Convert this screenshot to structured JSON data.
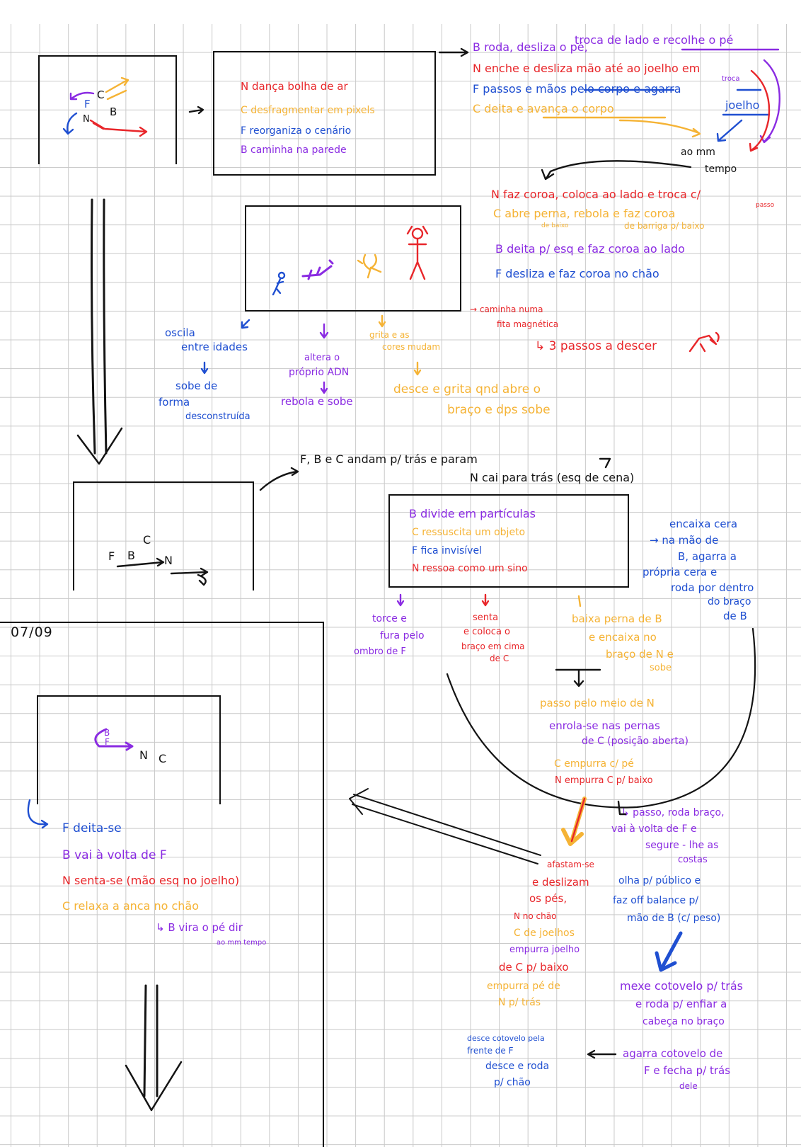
{
  "colors": {
    "N": "#e8262a",
    "C": "#f5b335",
    "F": "#1f4fd1",
    "B": "#8a2be2",
    "ink": "#141414"
  },
  "scene1": {
    "labels": {
      "F": "F",
      "C": "C",
      "B": "B",
      "N": "N"
    },
    "box_lines": [
      {
        "text": "N  dança  bolha  de ar",
        "color": "#e8262a"
      },
      {
        "text": "C  desfragmentar  em  pixels",
        "color": "#f5b335"
      },
      {
        "text": "F  reorganiza o cenário",
        "color": "#1f4fd1"
      },
      {
        "text": "B  caminha  na  parede",
        "color": "#8a2be2"
      }
    ]
  },
  "right_top": [
    {
      "text": "B roda, desliza o pé,",
      "color": "#8a2be2"
    },
    {
      "text": "troca de lado e recolhe o pé",
      "color": "#8a2be2"
    },
    {
      "text": "N enche e desliza mão até ao joelho em",
      "color": "#e8262a"
    },
    {
      "text": "troca",
      "color": "#8a2be2"
    },
    {
      "text": "F passos e mãos pelo corpo e agarra",
      "color": "#1f4fd1"
    },
    {
      "text": "joelho",
      "color": "#1f4fd1"
    },
    {
      "text": "C deita e avança o corpo",
      "color": "#f5b335"
    },
    {
      "text": "ao mm",
      "color": "#141414"
    },
    {
      "text": "tempo",
      "color": "#141414"
    }
  ],
  "coroa_lines": [
    {
      "text": "N  faz  coroa, coloca ao lado e troca c/",
      "color": "#e8262a"
    },
    {
      "text": "passo",
      "color": "#e8262a"
    },
    {
      "text": "C  abre  perna, rebola e faz  coroa",
      "color": "#f5b335"
    },
    {
      "text": "de baixo",
      "color": "#f5b335"
    },
    {
      "text": "de barriga p/ baixo",
      "color": "#f5b335"
    },
    {
      "text": "B  deita  p/ esq  e  faz  coroa  ao  lado",
      "color": "#8a2be2"
    },
    {
      "text": "F  desliza  e  faz  coroa  no  chão",
      "color": "#1f4fd1"
    }
  ],
  "under_scene2": [
    {
      "text": "oscila",
      "color": "#1f4fd1"
    },
    {
      "text": "entre idades",
      "color": "#1f4fd1"
    },
    {
      "text": "sobe  de",
      "color": "#1f4fd1"
    },
    {
      "text": "forma",
      "color": "#1f4fd1"
    },
    {
      "text": "desconstruída",
      "color": "#1f4fd1"
    },
    {
      "text": "altera o",
      "color": "#8a2be2"
    },
    {
      "text": "próprio ADN",
      "color": "#8a2be2"
    },
    {
      "text": "rebola  e  sobe",
      "color": "#8a2be2"
    },
    {
      "text": "grita  e  as",
      "color": "#f5b335"
    },
    {
      "text": "cores  mudam",
      "color": "#f5b335"
    },
    {
      "text": "desce  e  grita  qnd  abre  o",
      "color": "#f5b335"
    },
    {
      "text": "braço  e  dps  sobe",
      "color": "#f5b335"
    },
    {
      "text": "→ caminha  numa",
      "color": "#e8262a"
    },
    {
      "text": "fita  magnética",
      "color": "#e8262a"
    },
    {
      "text": "↳ 3  passos  a  descer",
      "color": "#e8262a"
    }
  ],
  "scene3": {
    "labels": {
      "F": "F",
      "B": "B",
      "C": "C",
      "N": "N"
    },
    "head_lines": [
      {
        "text": "F, B e C  andam  p/  trás   e   param",
        "color": "#141414"
      },
      {
        "text": "N  cai  para  trás  (esq de cena)",
        "color": "#141414"
      }
    ],
    "box_lines": [
      {
        "text": "B  divide  em  partículas",
        "color": "#8a2be2"
      },
      {
        "text": "C  ressuscita  um  objeto",
        "color": "#f5b335"
      },
      {
        "text": "F  fica  invisível",
        "color": "#1f4fd1"
      },
      {
        "text": "N  ressoa  como  um  sino",
        "color": "#e8262a"
      }
    ],
    "right_lines": [
      {
        "text": "encaixa  cera",
        "color": "#1f4fd1"
      },
      {
        "text": "→ na  mão  de",
        "color": "#1f4fd1"
      },
      {
        "text": "B, agarra  a",
        "color": "#1f4fd1"
      },
      {
        "text": "própria  cera  e",
        "color": "#1f4fd1"
      },
      {
        "text": "roda  por dentro",
        "color": "#1f4fd1"
      },
      {
        "text": "do  braço",
        "color": "#1f4fd1"
      },
      {
        "text": "de  B",
        "color": "#1f4fd1"
      }
    ]
  },
  "under_scene3": [
    {
      "text": "torce  e",
      "color": "#8a2be2"
    },
    {
      "text": "fura  pelo",
      "color": "#8a2be2"
    },
    {
      "text": "ombro  de  F",
      "color": "#8a2be2"
    },
    {
      "text": "senta",
      "color": "#e8262a"
    },
    {
      "text": "e  coloca  o",
      "color": "#e8262a"
    },
    {
      "text": "braço  em  cima",
      "color": "#e8262a"
    },
    {
      "text": "de  C",
      "color": "#e8262a"
    },
    {
      "text": "baixa  perna  de  B",
      "color": "#f5b335"
    },
    {
      "text": "e  encaixa  no",
      "color": "#f5b335"
    },
    {
      "text": "braço  de  N  e",
      "color": "#f5b335"
    },
    {
      "text": "sobe",
      "color": "#f5b335"
    }
  ],
  "bowl_lines": [
    {
      "text": "passo  pelo  meio  de  N",
      "color": "#f5b335"
    },
    {
      "text": "enrola-se  nas  pernas",
      "color": "#8a2be2"
    },
    {
      "text": "de  C  (posição  aberta)",
      "color": "#8a2be2"
    },
    {
      "text": "C  empurra  c/  pé",
      "color": "#f5b335"
    },
    {
      "text": "N  empurra  C  p/  baixo",
      "color": "#e8262a"
    }
  ],
  "date": "07/09",
  "scene4": {
    "labels": {
      "B": "B",
      "F": "F",
      "N": "N",
      "C": "C"
    },
    "lines": [
      {
        "text": "F  deita-se",
        "color": "#1f4fd1"
      },
      {
        "text": "B  vai  à  volta  de  F",
        "color": "#8a2be2"
      },
      {
        "text": "N  senta-se (mão esq no joelho)",
        "color": "#e8262a"
      },
      {
        "text": "C  relaxa  a  anca  no  chão",
        "color": "#f5b335"
      },
      {
        "text": "↳ B vira  o pé  dir",
        "color": "#8a2be2"
      },
      {
        "text": "ao  mm  tempo",
        "color": "#8a2be2"
      }
    ]
  },
  "bottom_middle": [
    {
      "text": "afastam-se",
      "color": "#e8262a"
    },
    {
      "text": "e  deslizam",
      "color": "#e8262a"
    },
    {
      "text": "os  pés,",
      "color": "#e8262a"
    },
    {
      "text": "N  no  chão",
      "color": "#e8262a"
    },
    {
      "text": "C  de  joelhos",
      "color": "#f5b335"
    },
    {
      "text": "empurra  joelho",
      "color": "#8a2be2"
    },
    {
      "text": "de  C  p/  baixo",
      "color": "#e8262a"
    },
    {
      "text": "empurra  pé  de",
      "color": "#f5b335"
    },
    {
      "text": "N  p/  trás",
      "color": "#f5b335"
    },
    {
      "text": "desce  cotovelo  pela",
      "color": "#1f4fd1"
    },
    {
      "text": "frente  de  F",
      "color": "#1f4fd1"
    },
    {
      "text": "desce  e  roda",
      "color": "#1f4fd1"
    },
    {
      "text": "p/  chão",
      "color": "#1f4fd1"
    }
  ],
  "bottom_right": [
    {
      "text": "↳ passo, roda  braço,",
      "color": "#8a2be2"
    },
    {
      "text": "vai  à  volta  de  F  e",
      "color": "#8a2be2"
    },
    {
      "text": "segure - lhe  as",
      "color": "#8a2be2"
    },
    {
      "text": "costas",
      "color": "#8a2be2"
    },
    {
      "text": "olha  p/ público  e",
      "color": "#1f4fd1"
    },
    {
      "text": "faz  off  balance  p/",
      "color": "#1f4fd1"
    },
    {
      "text": "mão  de  B  (c/ peso)",
      "color": "#1f4fd1"
    },
    {
      "text": "mexe  cotovelo  p/  trás",
      "color": "#8a2be2"
    },
    {
      "text": "e  roda  p/ enfiar  a",
      "color": "#8a2be2"
    },
    {
      "text": "cabeça  no  braço",
      "color": "#8a2be2"
    },
    {
      "text": "agarra  cotovelo  de",
      "color": "#8a2be2"
    },
    {
      "text": "F  e  fecha  p/  trás",
      "color": "#8a2be2"
    },
    {
      "text": "dele",
      "color": "#8a2be2"
    }
  ]
}
